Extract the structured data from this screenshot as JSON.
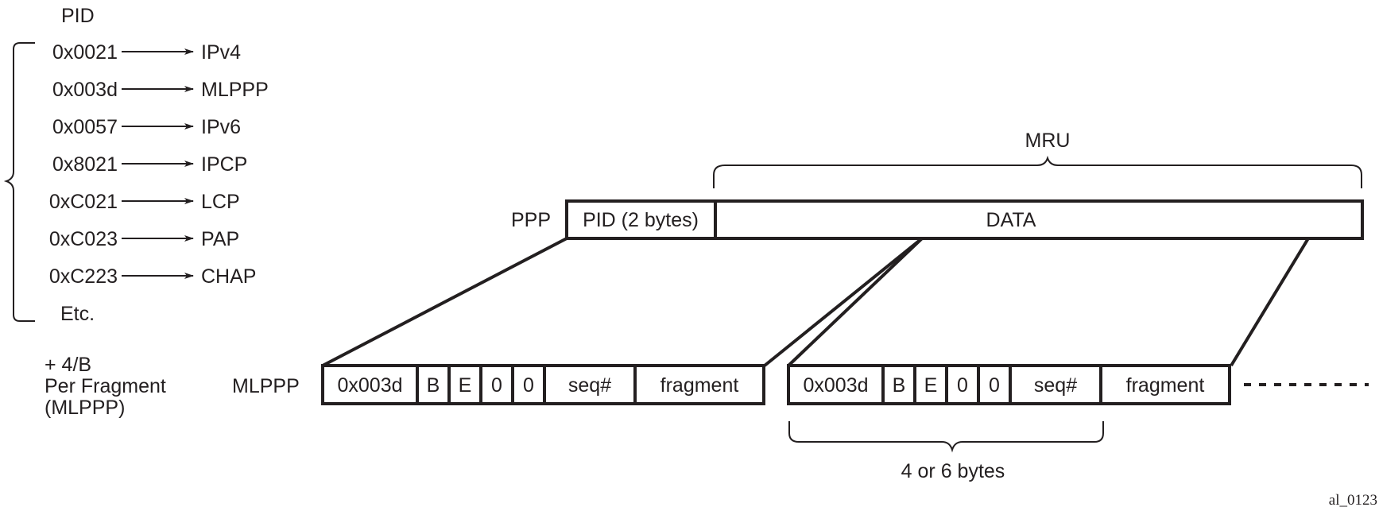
{
  "pid_table": {
    "header": "PID",
    "entries": [
      {
        "code": "0x0021",
        "protocol": "IPv4"
      },
      {
        "code": "0x003d",
        "protocol": "MLPPP"
      },
      {
        "code": "0x0057",
        "protocol": "IPv6"
      },
      {
        "code": "0x8021",
        "protocol": "IPCP"
      },
      {
        "code": "0xC021",
        "protocol": "LCP"
      },
      {
        "code": "0xC023",
        "protocol": "PAP"
      },
      {
        "code": "0xC223",
        "protocol": "CHAP"
      }
    ],
    "etc": "Etc."
  },
  "overhead_note": {
    "line1": "+ 4/B",
    "line2": "Per Fragment",
    "line3": "(MLPPP)"
  },
  "ppp_frame": {
    "label": "PPP",
    "pid_field": "PID (2 bytes)",
    "data_field": "DATA",
    "mru_label": "MRU"
  },
  "mlppp": {
    "label": "MLPPP",
    "fragments": [
      {
        "fields": [
          "0x003d",
          "B",
          "E",
          "0",
          "0",
          "seq#",
          "fragment"
        ]
      },
      {
        "fields": [
          "0x003d",
          "B",
          "E",
          "0",
          "0",
          "seq#",
          "fragment"
        ]
      }
    ],
    "header_size_label": "4 or 6 bytes"
  },
  "figure_id": "al_0123"
}
